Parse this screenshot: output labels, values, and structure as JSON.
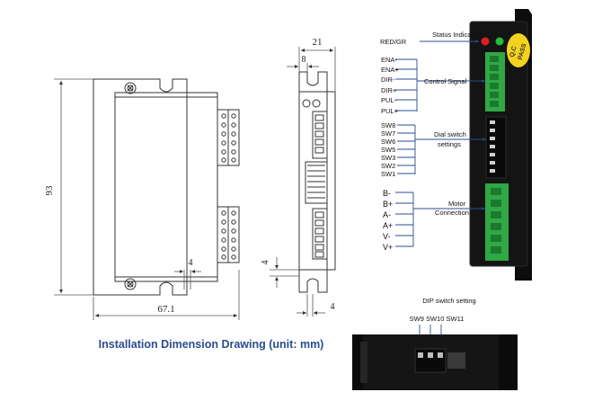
{
  "caption": "Installation Dimension Drawing (unit: mm)",
  "dimensions": {
    "height": "93",
    "width": "67.1",
    "depth": "21",
    "rail": "8",
    "slot_width": "4",
    "slot_height": "4",
    "foot": "4"
  },
  "callouts": {
    "status_indicator": "Status Indicator",
    "control_signal": "Control Signal",
    "dial_switch": "Dial switch",
    "dial_switch_2": "settings",
    "motor": "Motor",
    "motor_2": "Connection",
    "dip_switch_setting": "DIP switch setting"
  },
  "led_label": "RED/GR",
  "qc_sticker": {
    "line1": "Q.C",
    "line2": "PASS"
  },
  "control_pins": [
    "ENA-",
    "ENA+",
    "DIR-",
    "DIR+",
    "PUL-",
    "PUL+"
  ],
  "dial_switches": [
    "SW8",
    "SW7",
    "SW6",
    "SW5",
    "SW3",
    "SW2",
    "SW1"
  ],
  "motor_pins": [
    "B-",
    "B+",
    "A-",
    "A+",
    "V-",
    "V+"
  ],
  "dip_switches": "SW9 SW10 SW11",
  "colors": {
    "caption": "#2b4d8f",
    "terminal": "#2fa845",
    "led_red": "#e01d1d",
    "led_green": "#1fbf3a",
    "sticker": "#f2d21e",
    "body": "#111111"
  }
}
